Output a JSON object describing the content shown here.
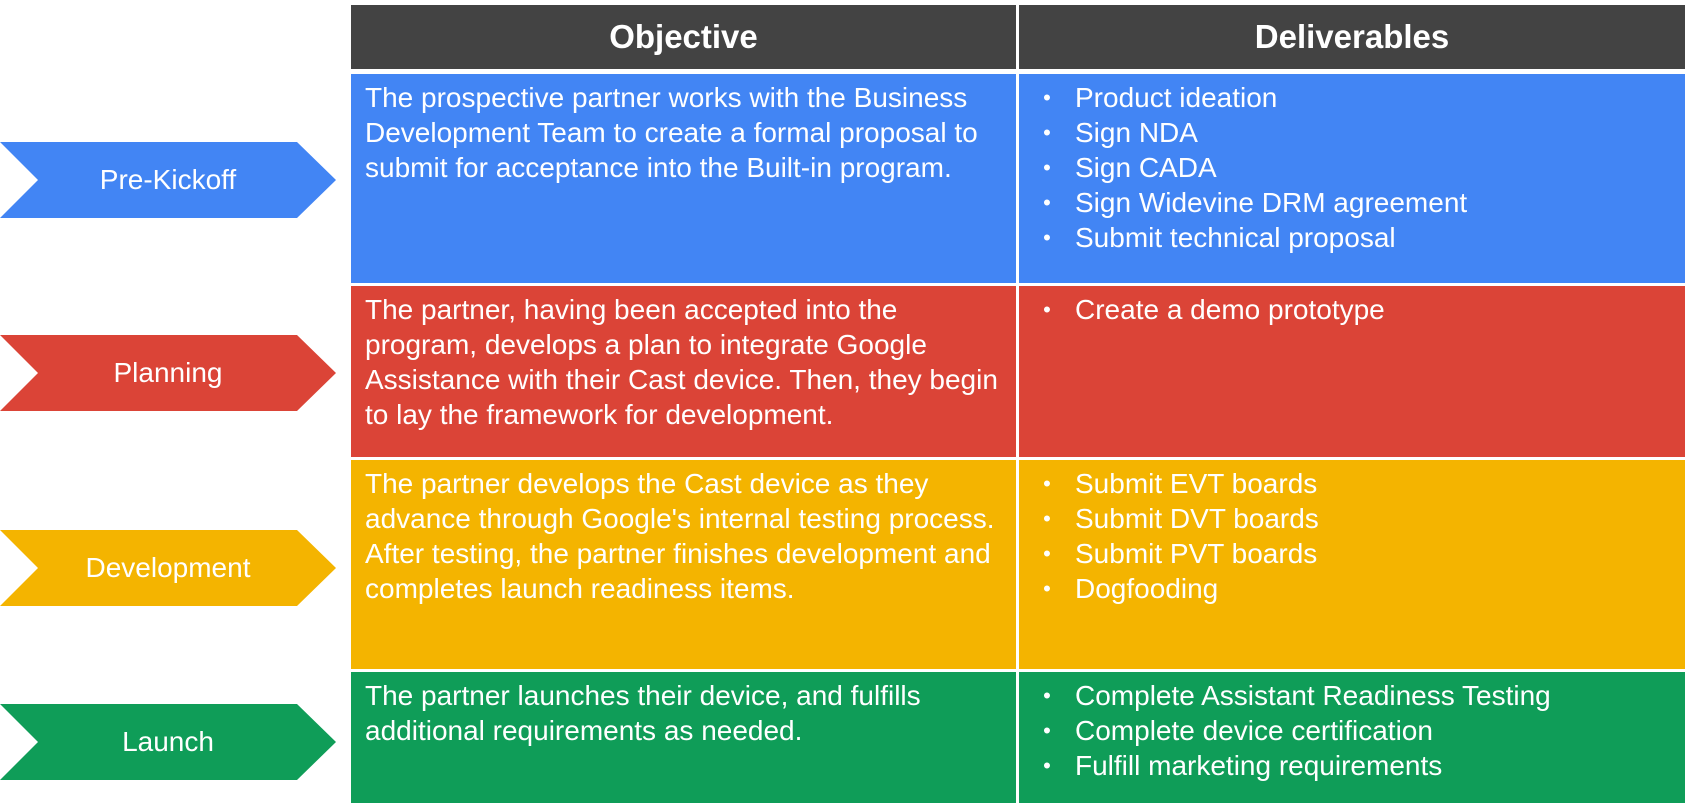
{
  "colors": {
    "header": "#434343",
    "pre_kickoff": "#4285F4",
    "planning": "#DB4437",
    "development": "#F4B400",
    "launch": "#0F9D58",
    "text": "#FFFFFF"
  },
  "headers": {
    "objective": "Objective",
    "deliverables": "Deliverables"
  },
  "phases": [
    {
      "label": "Pre-Kickoff",
      "objective": "The prospective partner works with the Business Development Team to create a formal proposal to submit for acceptance into the Built-in program.",
      "deliverables": [
        "Product ideation",
        "Sign NDA",
        "Sign CADA",
        "Sign Widevine DRM agreement",
        "Submit technical proposal"
      ]
    },
    {
      "label": "Planning",
      "objective": "The partner, having been accepted into the program, develops a plan to integrate Google Assistance with their Cast device. Then, they begin to lay the framework for development.",
      "deliverables": [
        "Create a demo prototype"
      ]
    },
    {
      "label": "Development",
      "objective": "The partner develops the Cast device as they advance through Google's internal testing process. After testing, the partner finishes development and completes launch readiness items.",
      "deliverables": [
        "Submit EVT boards",
        "Submit DVT boards",
        "Submit PVT boards",
        "Dogfooding"
      ]
    },
    {
      "label": "Launch",
      "objective": "The partner launches their device, and fulfills additional requirements as needed.",
      "deliverables": [
        "Complete Assistant Readiness Testing",
        "Complete device certification",
        "Fulfill marketing requirements"
      ]
    }
  ]
}
